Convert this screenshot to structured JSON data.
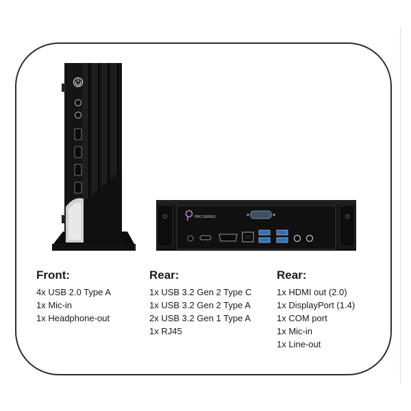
{
  "columns": [
    {
      "title": "Front:",
      "items": [
        "4x USB 2.0 Type A",
        "1x Mic-in",
        "1x Headphone-out"
      ]
    },
    {
      "title": "Rear:",
      "items": [
        "1x USB 3.2 Gen 2 Type C",
        "1x USB 3.2 Gen 2 Type A",
        "2x USB 3.2 Gen 1 Type A",
        "1x RJ45"
      ]
    },
    {
      "title": "Rear:",
      "items": [
        "1x HDMI out (2.0)",
        "1x DisplayPort (1.4)",
        "1x COM port",
        "1x Mic-in",
        "1x Line-out"
      ]
    }
  ],
  "product_logo": "PRO SERIES",
  "colors": {
    "chassis": "#111111",
    "accent_silver": "#c8c8c8",
    "border": "#2a2a2a",
    "port_blue": "#2f6fb5"
  }
}
